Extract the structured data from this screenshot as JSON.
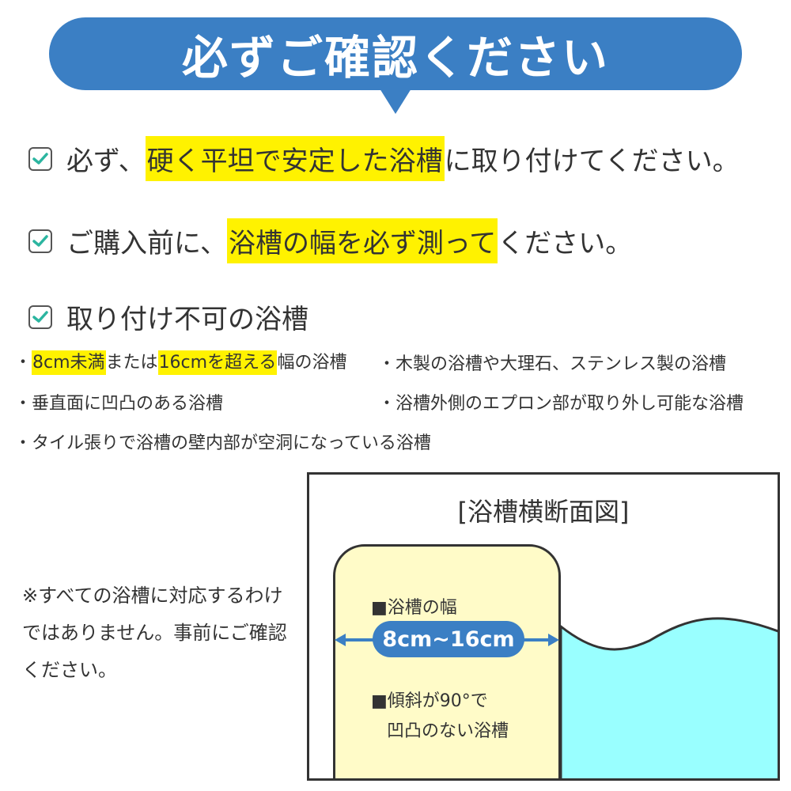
{
  "banner": {
    "title": "必ずご確認ください"
  },
  "checks": [
    {
      "before": "必ず、",
      "highlight": "硬く平坦で安定した浴槽",
      "after": "に取り付けてください。"
    },
    {
      "before": "ご購入前に、",
      "highlight": "浴槽の幅を必ず測って",
      "after": "ください。"
    },
    {
      "text": "取り付け不可の浴槽"
    }
  ],
  "bullets": {
    "b1": {
      "prefix": "・",
      "hl1": "8cm未満",
      "mid": "または",
      "hl2": "16cmを超える",
      "suffix": "幅の浴槽"
    },
    "b2": "・木製の浴槽や大理石、ステンレス製の浴槽",
    "b3": "・垂直面に凹凸のある浴槽",
    "b4": "・浴槽外側のエプロン部が取り外し可能な浴槽",
    "b5": "・タイル張りで浴槽の壁内部が空洞になっている浴槽"
  },
  "note": "※すべての浴槽に対応するわけではありません。事前にご確認ください。",
  "diagram": {
    "title": "[浴槽横断面図]",
    "width_label": "■浴槽の幅",
    "width_value": "8cm~16cm",
    "slope_label1": "■傾斜が90°で",
    "slope_label2": "凹凸のない浴槽"
  },
  "colors": {
    "accent": "#3b7fc4",
    "highlight": "#fff200",
    "check": "#2bb5a0",
    "water": "#99ffff",
    "tub": "#fffbc8"
  },
  "icons": {
    "checkbox": "check-icon"
  }
}
